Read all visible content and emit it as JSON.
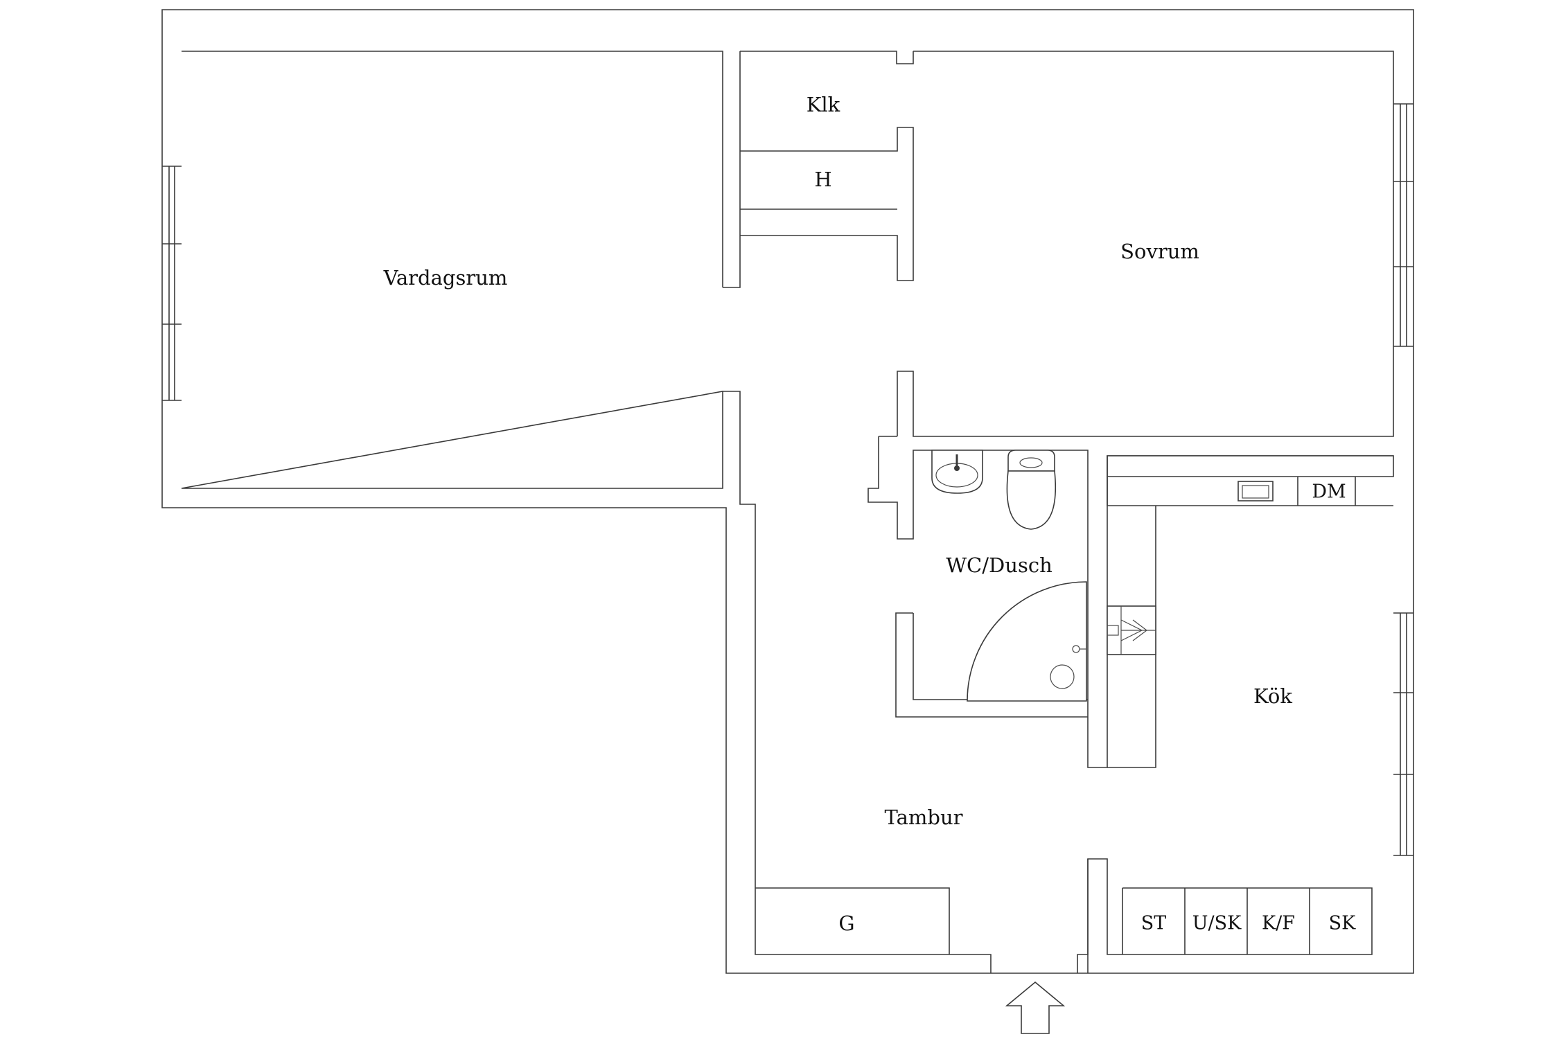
{
  "rooms": {
    "vardagsrum": "Vardagsrum",
    "klk": "Klk",
    "h": "H",
    "sovrum": "Sovrum",
    "wc_dusch": "WC/Dusch",
    "kok": "Kök",
    "tambur": "Tambur",
    "g": "G",
    "dm": "DM",
    "st": "ST",
    "u_sk": "U/SK",
    "k_f": "K/F",
    "sk": "SK"
  },
  "colors": {
    "wall_stroke": "#3a3a3a",
    "background": "#ffffff",
    "text": "#111111"
  },
  "icons": [
    "entrance-arrow-icon",
    "sink-icon",
    "toilet-icon",
    "shower-icon",
    "stove-icon",
    "kitchen-sink-icon"
  ]
}
